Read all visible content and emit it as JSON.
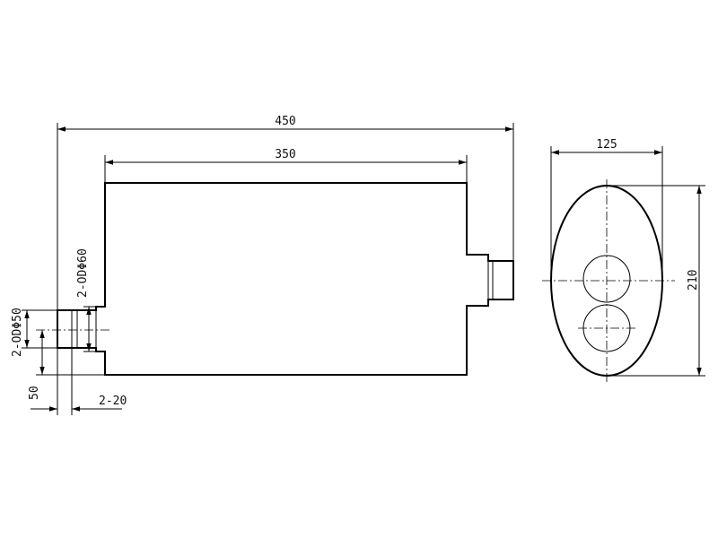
{
  "drawing": {
    "dimensions": {
      "overall_length": "450",
      "body_length": "350",
      "width": "125",
      "height": "210",
      "inlet_od": "2-ODΦ50",
      "outlet_od": "2-ODΦ60",
      "offset": "50",
      "pipe_length": "2-20"
    }
  }
}
